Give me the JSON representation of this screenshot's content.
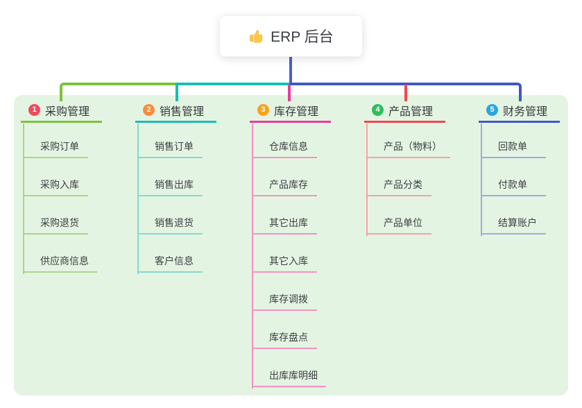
{
  "root": {
    "icon": "thumbs-up",
    "label": "ERP 后台"
  },
  "panel": {
    "background": "#E4F4E2"
  },
  "connector_colors": {
    "root_drop": "#4A5ED2",
    "bus_left": "#7CC142",
    "bus_middle": "#19BEB2",
    "bus_right": "#4057C7"
  },
  "branches": [
    {
      "badge_number": "1",
      "badge_color": "#F4475D",
      "label": "采购管理",
      "line_color": "#7CC142",
      "child_line_color": "#A9D784",
      "children": [
        "采购订单",
        "采购入库",
        "采购退货",
        "供应商信息"
      ]
    },
    {
      "badge_number": "2",
      "badge_color": "#FA8B3F",
      "label": "销售管理",
      "line_color": "#19BEB2",
      "child_line_color": "#83D9D1",
      "children": [
        "销售订单",
        "销售出库",
        "销售退货",
        "客户信息"
      ]
    },
    {
      "badge_number": "3",
      "badge_color": "#F9A21B",
      "label": "库存管理",
      "line_color": "#E93A9C",
      "child_line_color": "#F492C5",
      "children": [
        "仓库信息",
        "产品库存",
        "其它出库",
        "其它入库",
        "库存调拨",
        "库存盘点",
        "出库库明细"
      ]
    },
    {
      "badge_number": "4",
      "badge_color": "#2EBD5B",
      "label": "产品管理",
      "line_color": "#F1484F",
      "child_line_color": "#F8A1A5",
      "children": [
        "产品（物料）",
        "产品分类",
        "产品单位"
      ]
    },
    {
      "badge_number": "5",
      "badge_color": "#29A6DF",
      "label": "财务管理",
      "line_color": "#4057C7",
      "child_line_color": "#9AABE3",
      "children": [
        "回款单",
        "付款单",
        "结算账户"
      ]
    }
  ]
}
